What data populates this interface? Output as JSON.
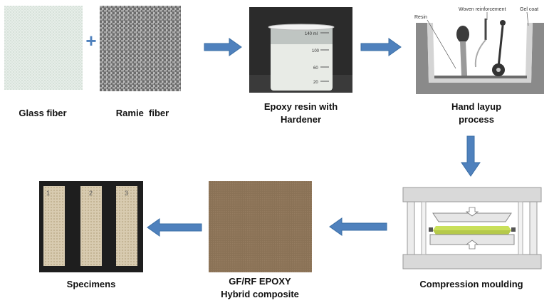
{
  "diagram": {
    "steps": {
      "glass_fiber": {
        "label": "Glass fiber"
      },
      "ramie_fiber": {
        "label": "Ramie  fiber"
      },
      "plus_symbol": "+",
      "epoxy": {
        "label_line1": "Epoxy resin with",
        "label_line2": "Hardener"
      },
      "hand_layup": {
        "label_line1": "Hand layup",
        "label_line2": "process",
        "annotations": {
          "resin": "Resin",
          "woven": "Woven reinforcement",
          "gel_coat": "Gel coat"
        }
      },
      "compression": {
        "label": "Compression moulding"
      },
      "hybrid": {
        "label_line1": "GF/RF EPOXY",
        "label_line2": "Hybrid composite"
      },
      "specimens": {
        "label": "Specimens",
        "numbers": [
          "1",
          "2",
          "3"
        ]
      }
    },
    "beaker_marks": [
      "140 ml",
      "100",
      "60",
      "20"
    ],
    "colors": {
      "arrow": "#4f81bd",
      "arrow_outline": "#3a6ea5",
      "specimen_bg": "#1e1e1e",
      "hybrid": "#8a7256",
      "mold_layer": "#c9e05a"
    }
  }
}
